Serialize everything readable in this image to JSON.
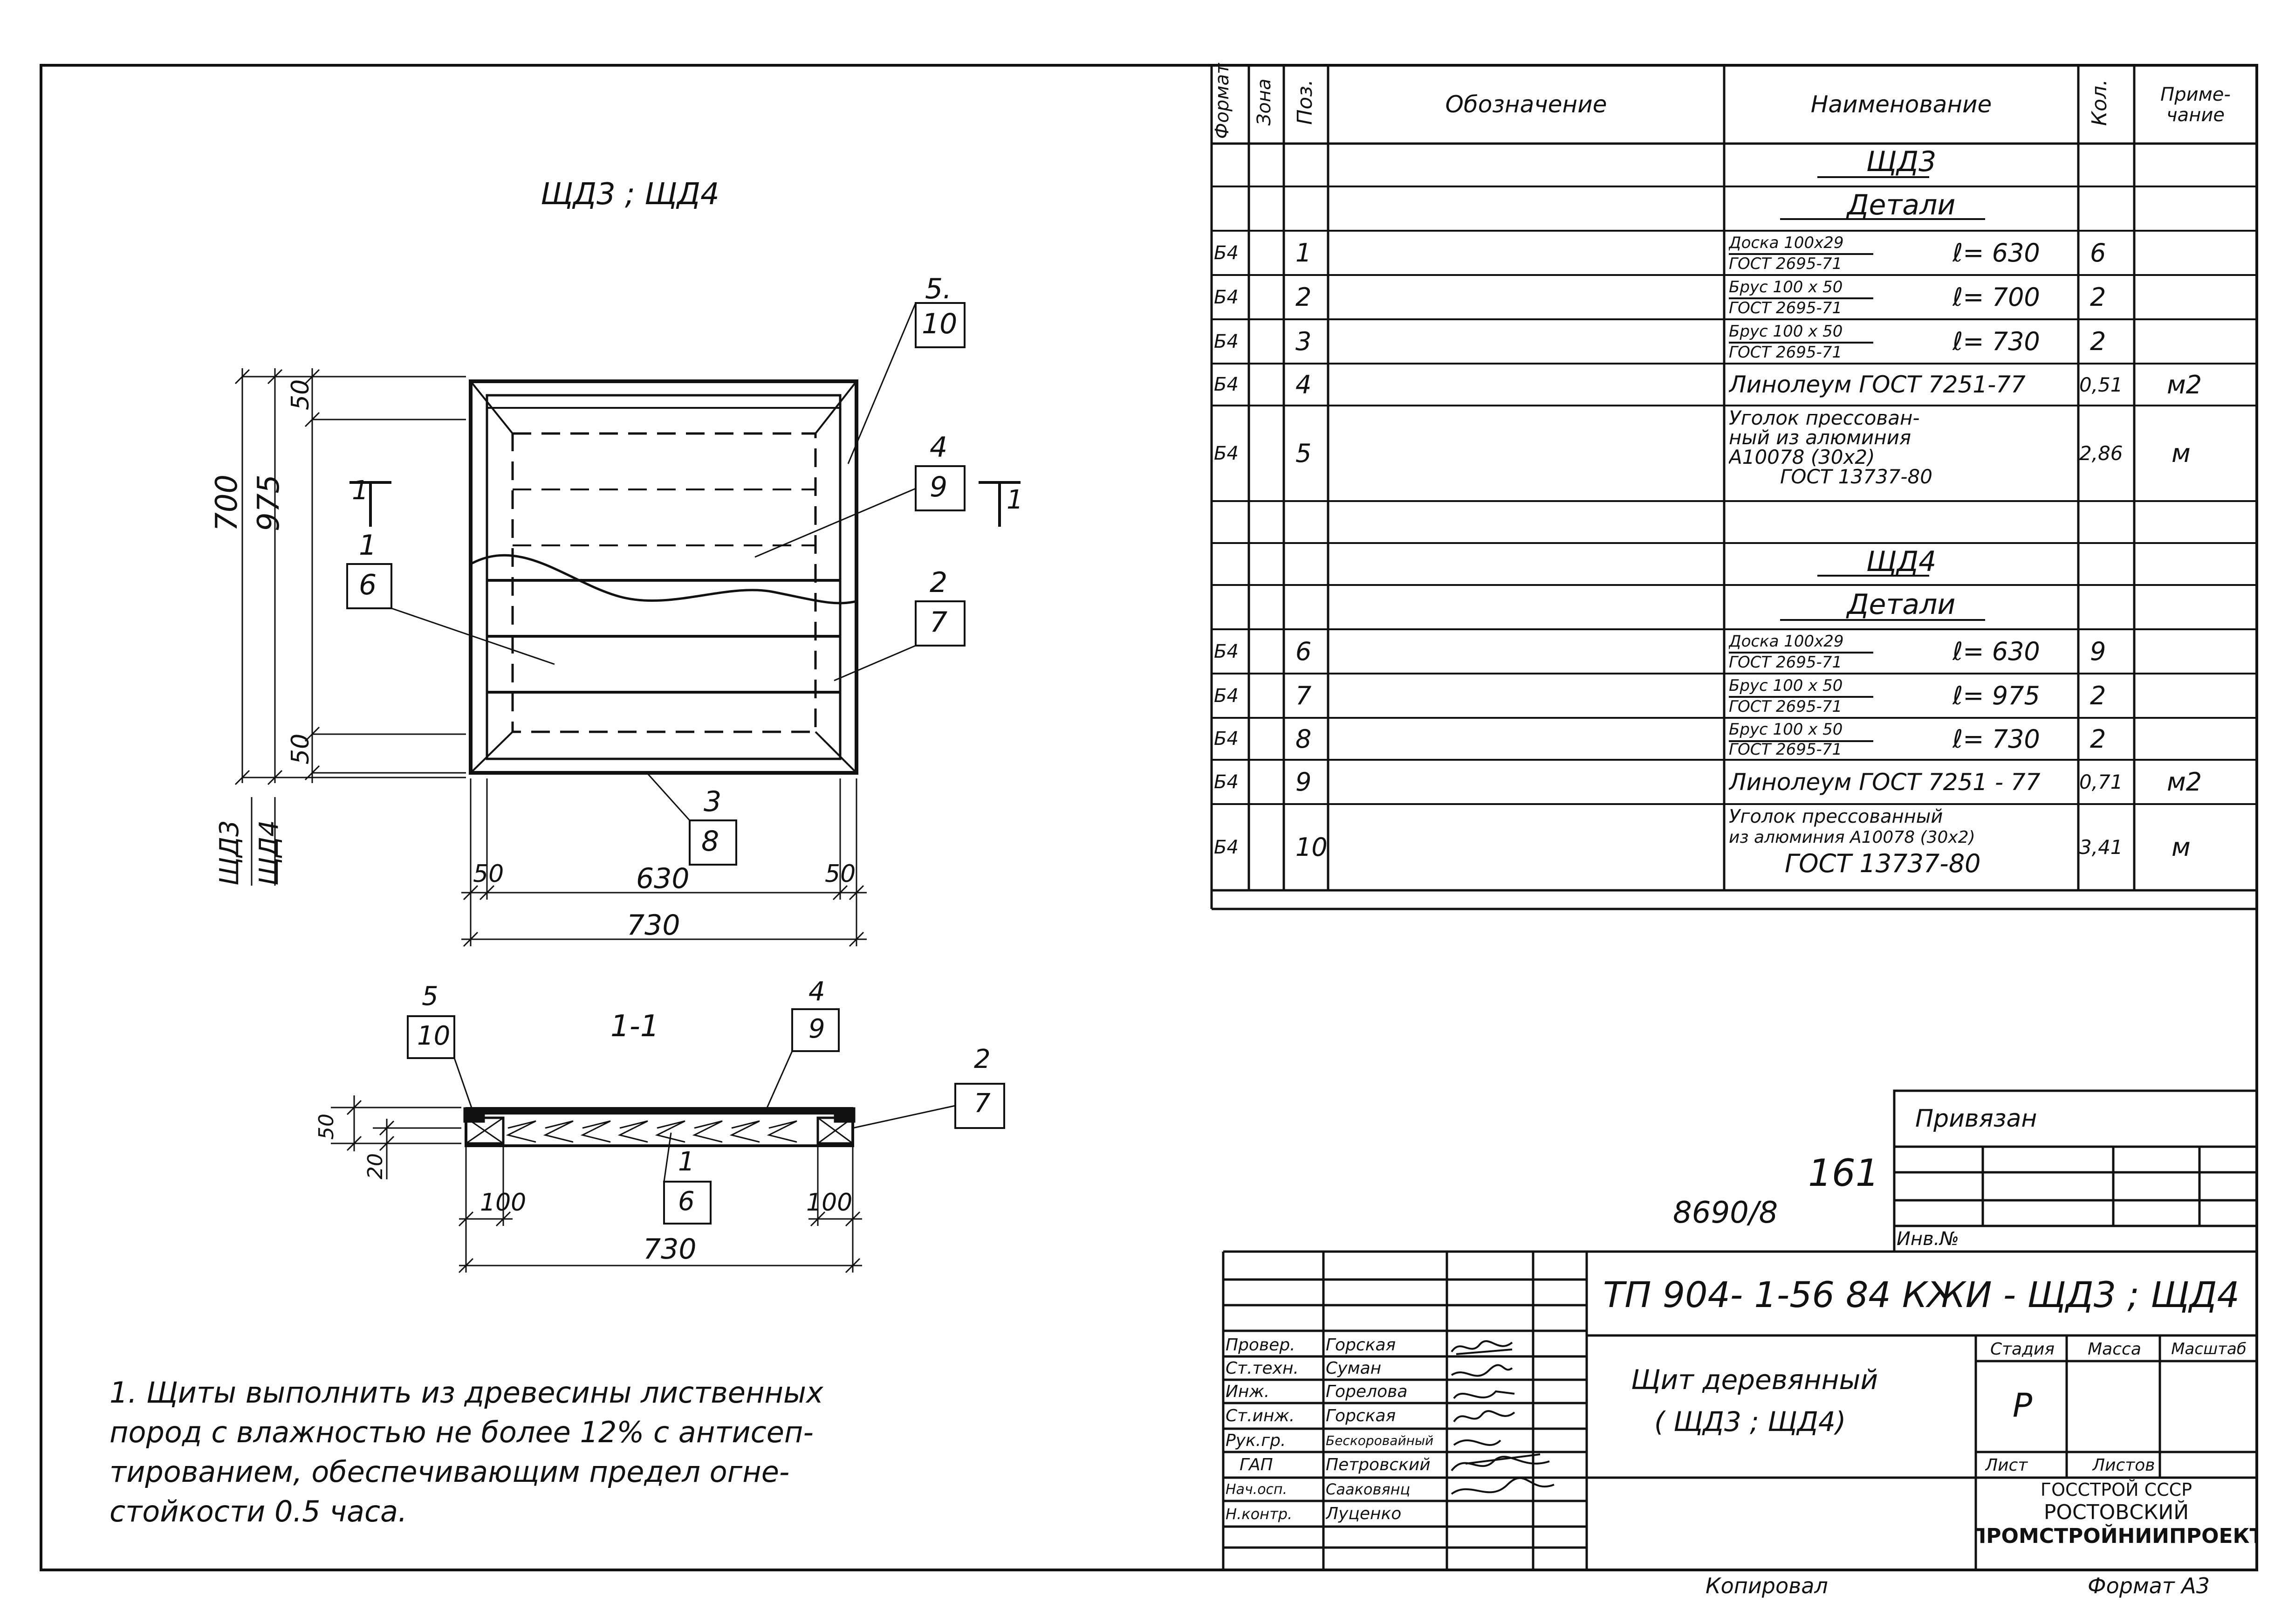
{
  "drawing": {
    "title": "ЩД3 ; ЩД4",
    "section_title": "1-1",
    "section_mark": "1",
    "dims": {
      "d700": "700",
      "d975": "975",
      "d50a": "50",
      "d50b": "50",
      "d630": "630",
      "d730": "730",
      "d50l": "50",
      "d50r": "50",
      "s50": "50",
      "s20": "20",
      "s100l": "100",
      "s100r": "100",
      "s730": "730"
    },
    "height_labels": [
      "ЩД3",
      "ЩД4"
    ],
    "callouts": [
      {
        "top": "5.",
        "bottom": "10"
      },
      {
        "top": "4",
        "bottom": "9"
      },
      {
        "top": "1",
        "bottom": "6"
      },
      {
        "top": "2",
        "bottom": "7"
      },
      {
        "top": "3",
        "bottom": "8"
      }
    ],
    "section_callouts": [
      {
        "top": "5",
        "bottom": "10"
      },
      {
        "top": "4",
        "bottom": "9"
      },
      {
        "top": "2",
        "bottom": "7"
      },
      {
        "top": "1",
        "bottom": "6"
      }
    ]
  },
  "note": {
    "lines": [
      "1. Щиты выполнить из древесины лиственных",
      "пород с влажностью не более 12% с антисеп-",
      "тированием, обеспечивающим предел огне-",
      "стойкости 0.5 часа."
    ]
  },
  "spec": {
    "headers": {
      "format": "Формат",
      "zone": "Зона",
      "pos": "Поз.",
      "designation": "Обозначение",
      "name": "Наименование",
      "qty": "Кол.",
      "note": "Приме-\nчание"
    },
    "group1_title": "ЩД3",
    "group1_sub": "Детали",
    "group2_title": "ЩД4",
    "group2_sub": "Детали",
    "rows1": [
      {
        "fmt": "Б4",
        "pos": "1",
        "n1": "Доска 100х29",
        "n2": "ГОСТ 2695-71",
        "len": "ℓ= 630",
        "qty": "6",
        "note": ""
      },
      {
        "fmt": "Б4",
        "pos": "2",
        "n1": "Брус 100 х 50",
        "n2": "ГОСТ 2695-71",
        "len": "ℓ= 700",
        "qty": "2",
        "note": ""
      },
      {
        "fmt": "Б4",
        "pos": "3",
        "n1": "Брус 100 х 50",
        "n2": "ГОСТ 2695-71",
        "len": "ℓ= 730",
        "qty": "2",
        "note": ""
      },
      {
        "fmt": "Б4",
        "pos": "4",
        "n1": "Линолеум   ГОСТ 7251-77",
        "n2": "",
        "len": "",
        "qty": "0,51",
        "note": "м2"
      },
      {
        "fmt": "Б4",
        "pos": "5",
        "n1": "Уголок прессован-",
        "n2": "ный из алюминия",
        "n3": "А10078 (30х2)",
        "n4": "ГОСТ 13737-80",
        "len": "",
        "qty": "2,86",
        "note": "м"
      }
    ],
    "rows2": [
      {
        "fmt": "Б4",
        "pos": "6",
        "n1": "Доска 100х29",
        "n2": "ГОСТ 2695-71",
        "len": "ℓ= 630",
        "qty": "9",
        "note": ""
      },
      {
        "fmt": "Б4",
        "pos": "7",
        "n1": "Брус 100 х 50",
        "n2": "ГОСТ 2695-71",
        "len": "ℓ= 975",
        "qty": "2",
        "note": ""
      },
      {
        "fmt": "Б4",
        "pos": "8",
        "n1": "Брус 100 х 50",
        "n2": "ГОСТ 2695-71",
        "len": "ℓ= 730",
        "qty": "2",
        "note": ""
      },
      {
        "fmt": "Б4",
        "pos": "9",
        "n1": "Линолеум ГОСТ 7251 - 77",
        "n2": "",
        "len": "",
        "qty": "0,71",
        "note": "м2"
      },
      {
        "fmt": "Б4",
        "pos": "10",
        "n1": "Уголок прессованный",
        "n2": "из алюминия А10078 (30х2)",
        "n3": "ГОСТ 13737-80",
        "len": "",
        "qty": "3,41",
        "note": "м"
      }
    ]
  },
  "stamp": {
    "privyazan": "Привязан",
    "inv_no": "Инв.№",
    "num_161": "161",
    "num_8690": "8690/8",
    "code": "ТП 904- 1-56 84 КЖИ  -  ЩД3 ; ЩД4",
    "title_line1": "Щит   деревянный",
    "title_line2": "( ЩД3 ; ЩД4)",
    "stage_label": "Стадия",
    "mass_label": "Масса",
    "scale_label": "Масштаб",
    "stage_value": "Р",
    "sheet_label": "Лист",
    "sheets_label": "Листов",
    "org1": "ГОССТРОЙ СССР",
    "org2": "РОСТОВСКИЙ",
    "org3": "ПРОМСТРОЙНИИПРОЕКТ",
    "copied": "Копировал",
    "format": "Формат А3",
    "people": [
      {
        "role": "Провер.",
        "name": "Горская"
      },
      {
        "role": "Ст.техн.",
        "name": "Суман"
      },
      {
        "role": "Инж.",
        "name": "Горелова"
      },
      {
        "role": "Ст.инж.",
        "name": "Горская"
      },
      {
        "role": "Рук.гр.",
        "name": "Бескоровайный"
      },
      {
        "role": "ГАП",
        "name": "Петровский"
      },
      {
        "role": "Нач.осп.",
        "name": "Сааковянц"
      },
      {
        "role": "Н.контр.",
        "name": "Луценко"
      }
    ]
  }
}
